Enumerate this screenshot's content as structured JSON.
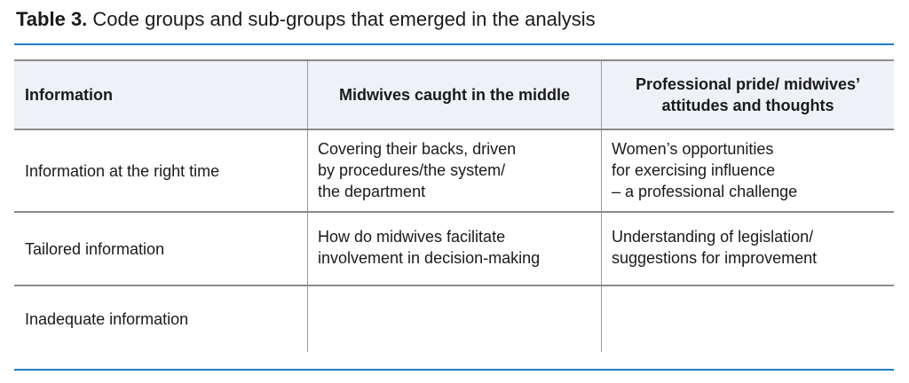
{
  "caption": {
    "label": "Table 3.",
    "text": " Code groups and sub-groups that emerged in the analysis"
  },
  "colors": {
    "rule": "#1b7fbf",
    "header_bg": "#eef1f6",
    "border": "#8a8a8a"
  },
  "table": {
    "headers": [
      [
        "Information"
      ],
      [
        "Midwives caught in the middle"
      ],
      [
        "Professional pride/ midwives’",
        "attitudes and thoughts"
      ]
    ],
    "rows": [
      {
        "col1": [
          "Information at the right time"
        ],
        "col2": [
          "Covering their backs, driven",
          "by procedures/the system/",
          "the department"
        ],
        "col3": [
          "Women’s opportunities",
          "for exercising influence",
          "– a professional challenge"
        ]
      },
      {
        "col1": [
          "Tailored information"
        ],
        "col2": [
          "How do midwives facilitate",
          "involvement in decision-making"
        ],
        "col3": [
          "Understanding of legislation/",
          "suggestions for improvement"
        ]
      },
      {
        "col1": [
          "Inadequate information"
        ],
        "col2": [],
        "col3": []
      }
    ]
  }
}
